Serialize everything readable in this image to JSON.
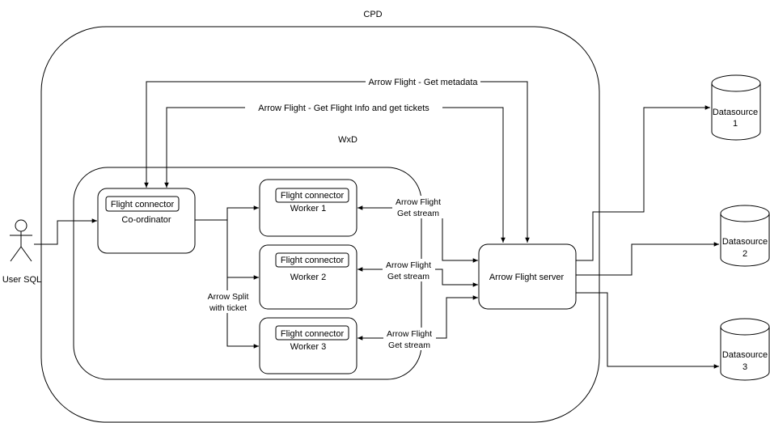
{
  "diagram": {
    "cpd_label": "CPD",
    "wxd_label": "WxD",
    "user_label": "User SQL",
    "coordinator": {
      "badge": "Flight connector",
      "label": "Co-ordinator"
    },
    "workers": [
      {
        "badge": "Flight connector",
        "label": "Worker 1"
      },
      {
        "badge": "Flight connector",
        "label": "Worker 2"
      },
      {
        "badge": "Flight connector",
        "label": "Worker 3"
      }
    ],
    "server_label": "Arrow Flight server",
    "datasources": [
      {
        "line1": "Datasource",
        "line2": "1"
      },
      {
        "line1": "Datasource",
        "line2": "2"
      },
      {
        "line1": "Datasource",
        "line2": "3"
      }
    ],
    "edge_labels": {
      "get_metadata": "Arrow Flight - Get metadata",
      "get_flight_info": "Arrow Flight - Get Flight Info and get tickets",
      "split_line1": "Arrow Split",
      "split_line2": "with ticket",
      "stream_line1": "Arrow Flight",
      "stream_line2": "Get stream"
    }
  }
}
